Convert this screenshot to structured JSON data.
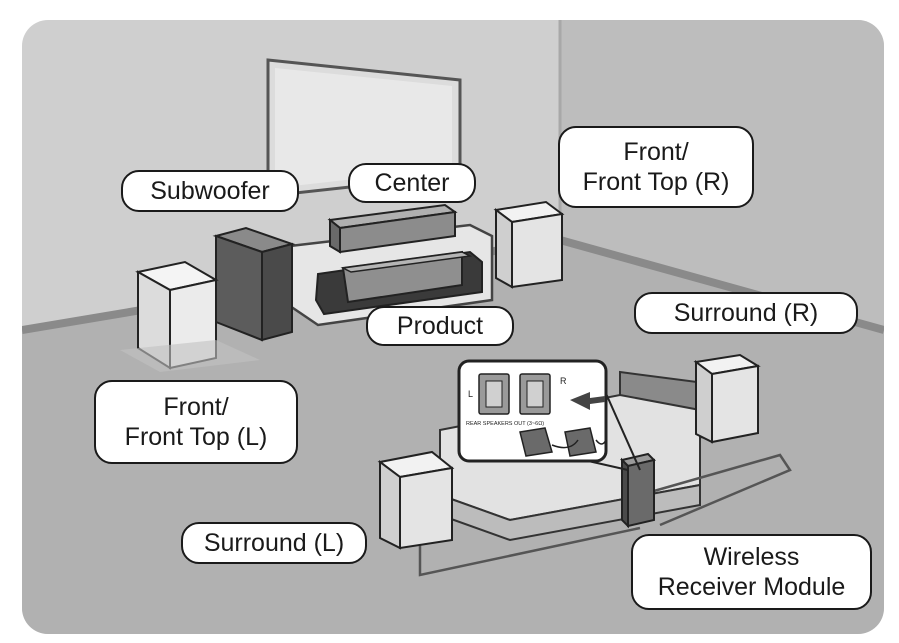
{
  "labels": {
    "subwoofer": "Subwoofer",
    "center": "Center",
    "front_top_r_line1": "Front/",
    "front_top_r_line2": "Front Top (R)",
    "product": "Product",
    "surround_r": "Surround (R)",
    "front_top_l_line1": "Front/",
    "front_top_l_line2": "Front Top (L)",
    "surround_l": "Surround (L)",
    "wireless_line1": "Wireless",
    "wireless_line2": "Receiver Module"
  },
  "inset": {
    "left_channel": "L",
    "right_channel": "R",
    "port_caption": "REAR SPEAKERS OUT (3~6Ω)"
  },
  "colors": {
    "room_bg": "#c4c4c4",
    "floor": "#b3b3b3",
    "outline": "#1a1a1a"
  }
}
